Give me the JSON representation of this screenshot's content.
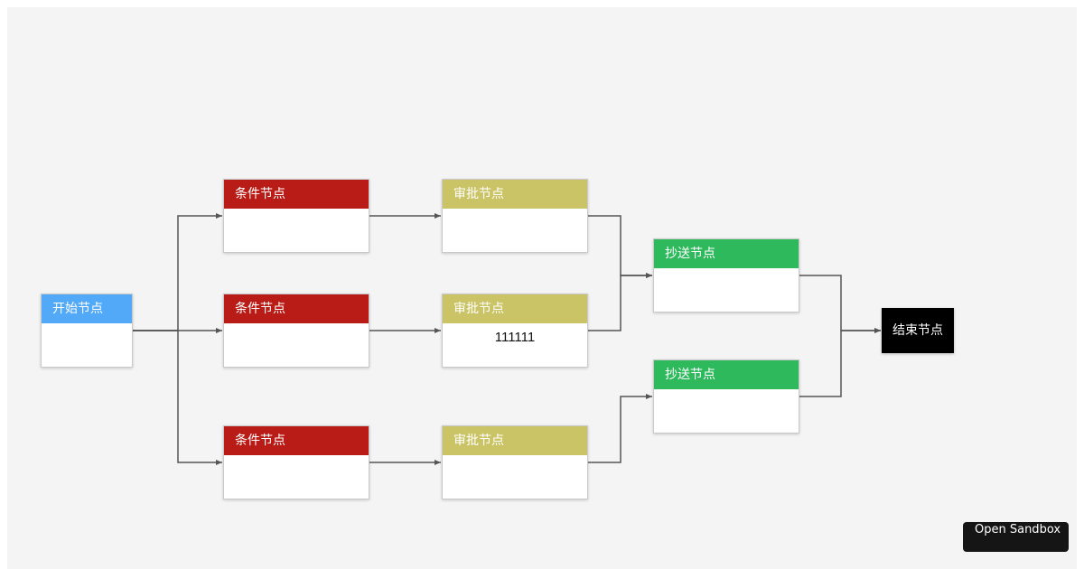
{
  "colors": {
    "start": "#52a9f7",
    "condition": "#b91c17",
    "approval": "#cbc466",
    "cc": "#2eb95d",
    "end": "#000000",
    "edge": "#555555"
  },
  "nodes": {
    "start": {
      "label": "开始节点",
      "content": ""
    },
    "cond1": {
      "label": "条件节点",
      "content": ""
    },
    "cond2": {
      "label": "条件节点",
      "content": ""
    },
    "cond3": {
      "label": "条件节点",
      "content": ""
    },
    "appr1": {
      "label": "审批节点",
      "content": ""
    },
    "appr2": {
      "label": "审批节点",
      "content": "111111"
    },
    "appr3": {
      "label": "审批节点",
      "content": ""
    },
    "cc1": {
      "label": "抄送节点",
      "content": ""
    },
    "cc2": {
      "label": "抄送节点",
      "content": ""
    },
    "end": {
      "label": "结束节点"
    }
  },
  "edges": [
    [
      "start",
      "cond1"
    ],
    [
      "start",
      "cond2"
    ],
    [
      "start",
      "cond3"
    ],
    [
      "cond1",
      "appr1"
    ],
    [
      "cond2",
      "appr2"
    ],
    [
      "cond3",
      "appr3"
    ],
    [
      "appr1",
      "cc1"
    ],
    [
      "appr2",
      "cc1"
    ],
    [
      "appr3",
      "cc2"
    ],
    [
      "cc1",
      "end"
    ],
    [
      "cc2",
      "end"
    ]
  ],
  "sandbox_button": {
    "label": "Open Sandbox"
  }
}
